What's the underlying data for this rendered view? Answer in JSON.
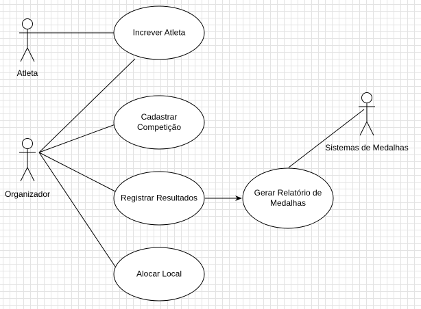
{
  "actors": {
    "atleta": "Atleta",
    "organizador": "Organizador",
    "sistemas": "Sistemas de Medalhas"
  },
  "use_cases": {
    "inscrever": "Increver Atleta",
    "cadastrar_l1": "Cadastrar",
    "cadastrar_l2": "Competição",
    "registrar": "Registrar Resultados",
    "alocar": "Alocar Local",
    "gerar_l1": "Gerar Relatório de",
    "gerar_l2": "Medalhas"
  },
  "colors": {
    "stroke": "#000000",
    "fill": "#ffffff",
    "grid": "#e3e3e3"
  }
}
